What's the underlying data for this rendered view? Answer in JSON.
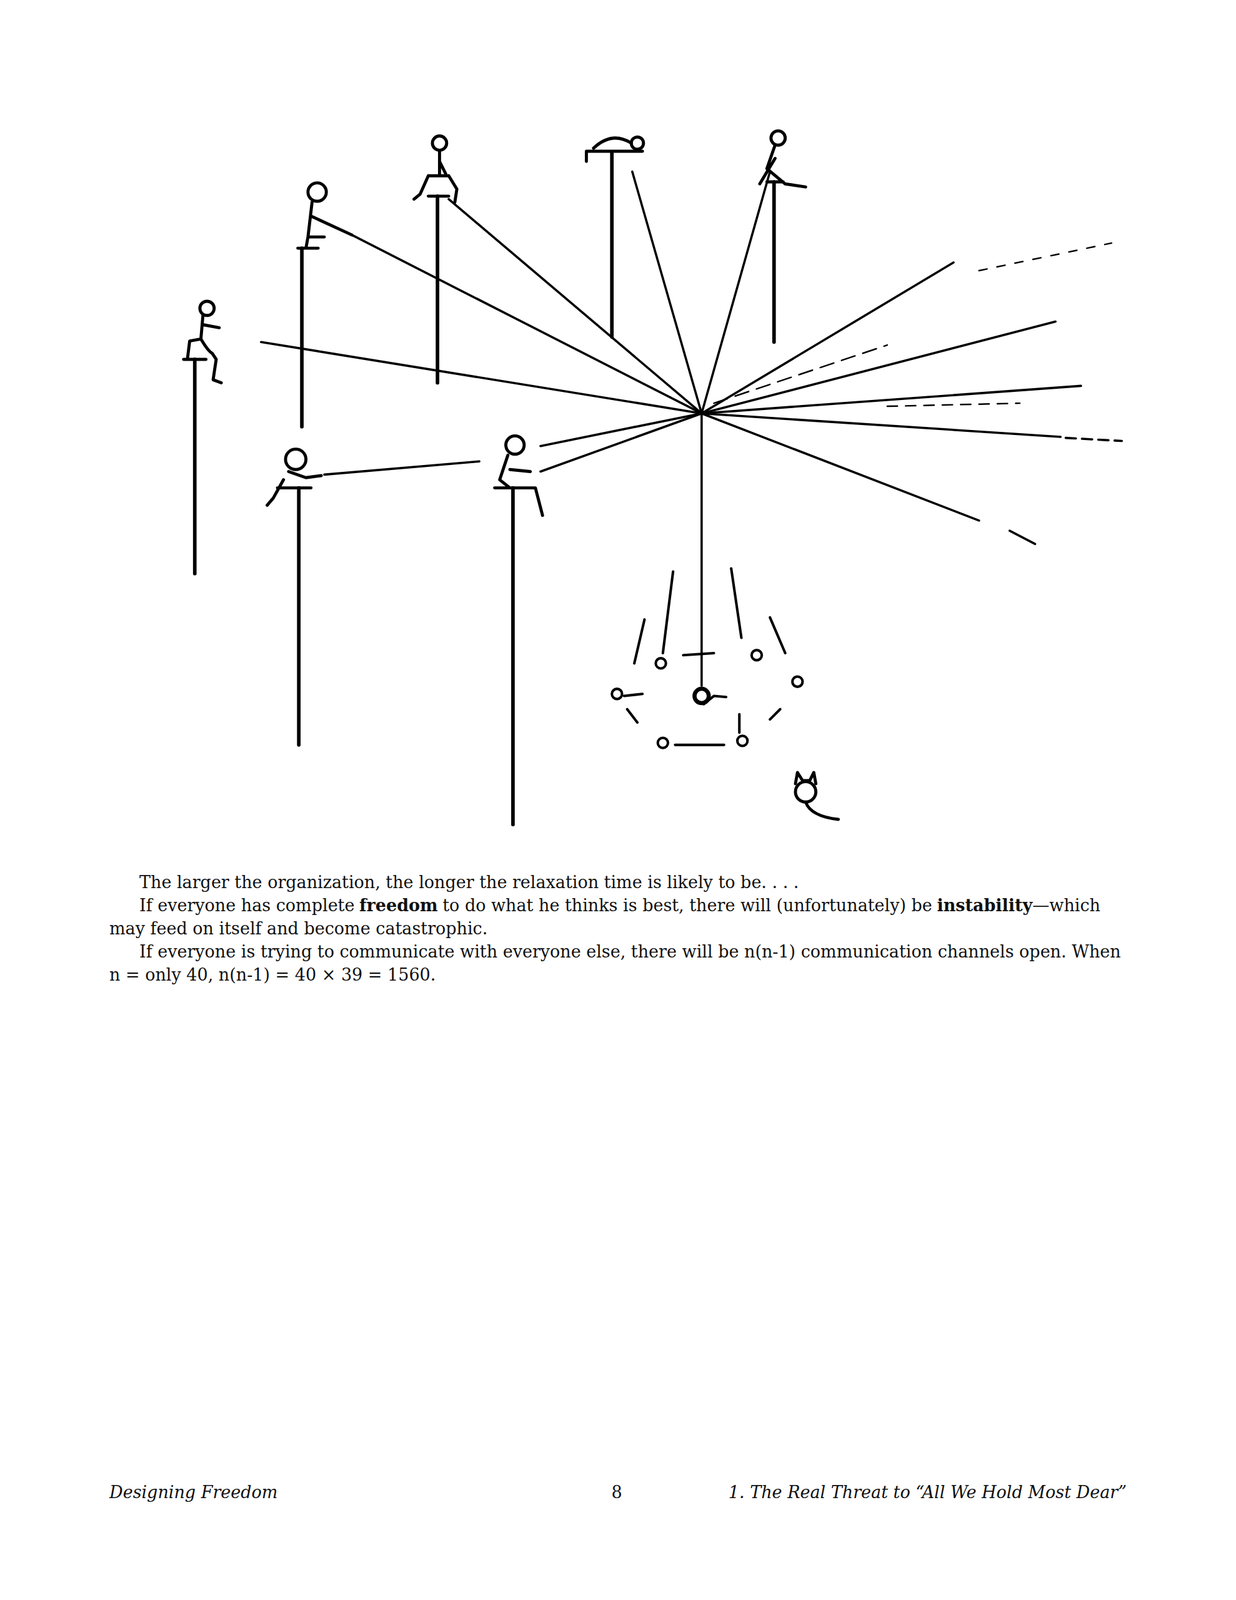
{
  "diagram": {
    "labels": [
      "The larger the organization, the longer the relaxation time is likely to be. . . .",
      "If everyone has complete",
      "freedom",
      "to do what he thinks is best, there will (unfortunately) be",
      "instability",
      "—which may feed on itself and become catastrophic.",
      "If everyone is trying to communicate with everyone else, there will be n(n-1) communication channels open. When n = only 40, n(n-1) = 40 × 39 = 1560.",
      "Designing Freedom",
      "8",
      "1. The Real Threat to “All We Hold Most Dear”"
    ]
  }
}
